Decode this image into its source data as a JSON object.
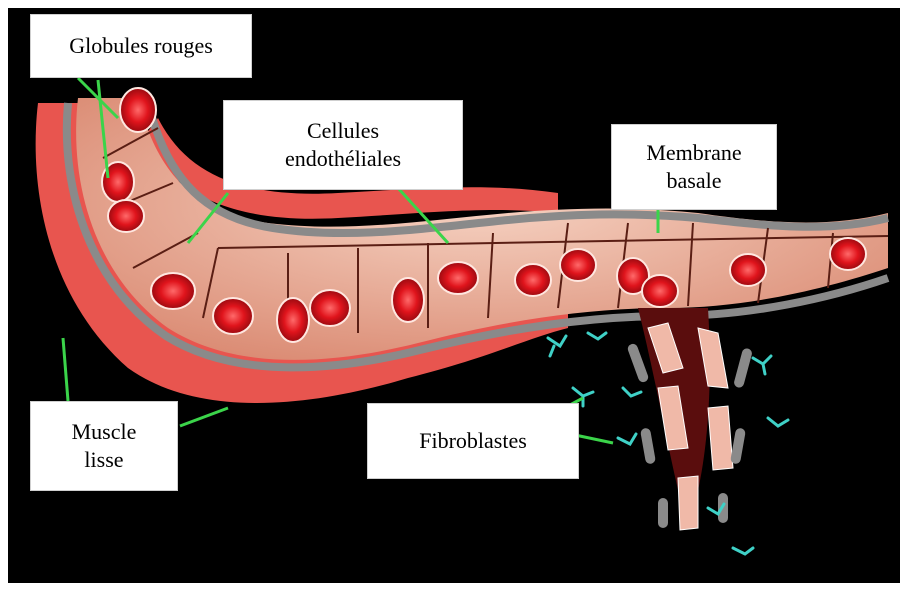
{
  "labels": {
    "globules_rouges": "Globules rouges",
    "cellules_endotheliales": "Cellules\nendothéliales",
    "membrane_basale": "Membrane\nbasale",
    "muscle_lisse": "Muscle\nlisse",
    "fibroblastes": "Fibroblastes"
  },
  "colors": {
    "background": "#000000",
    "smooth_muscle": "#e8554f",
    "basal_membrane": "#8a8a8a",
    "endothelial_cell": "#f1c6b2",
    "red_blood_cell": "#e0141c",
    "fibroblast": "#3fd1c7",
    "leader_line": "#3bd44a",
    "tissue_dark": "#5a0d0d"
  },
  "icons": {
    "red_blood_cell": "red-blood-cell-icon",
    "fibroblast": "fibroblast-icon"
  }
}
